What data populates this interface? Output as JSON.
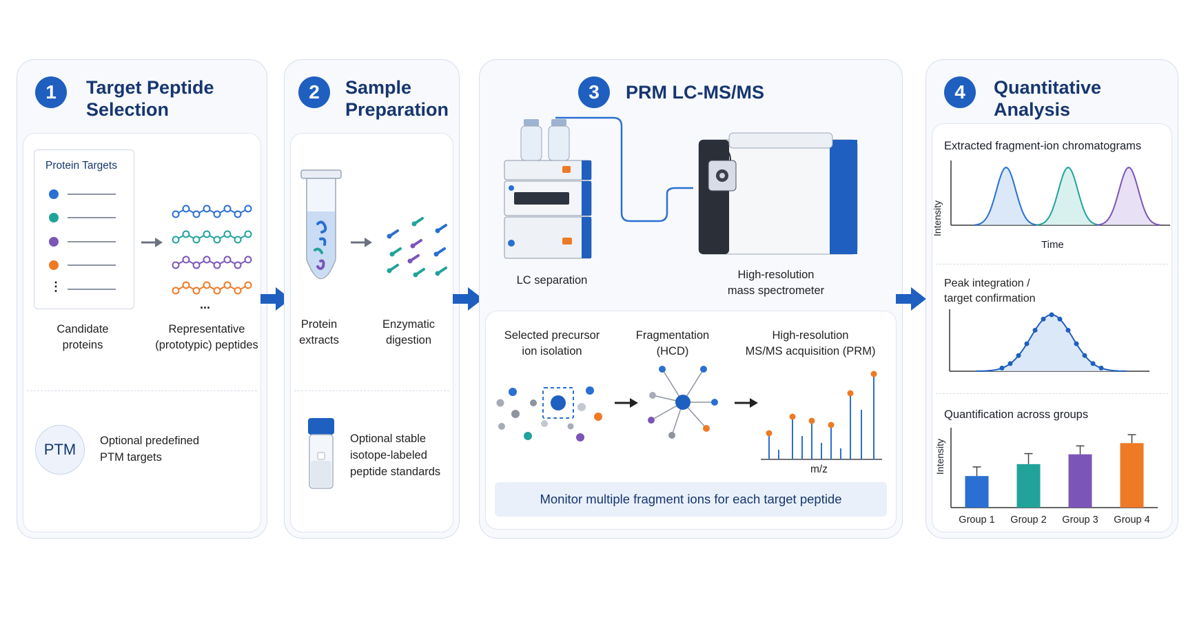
{
  "panel1": {
    "number": "1",
    "title_line1": "Target Peptide",
    "title_line2": "Selection",
    "box_title": "Protein Targets",
    "ellipsis": "⋮",
    "peptide_ellipsis": "...",
    "label_candidates_1": "Candidate",
    "label_candidates_2": "proteins",
    "label_peptides_1": "Representative",
    "label_peptides_2": "(prototypic) peptides",
    "ptm_badge": "PTM",
    "ptm_text_1": "Optional predefined",
    "ptm_text_2": "PTM targets"
  },
  "panel2": {
    "number": "2",
    "title_line1": "Sample",
    "title_line2": "Preparation",
    "label_extracts_1": "Protein",
    "label_extracts_2": "extracts",
    "label_digestion_1": "Enzymatic",
    "label_digestion_2": "digestion",
    "standards_1": "Optional stable",
    "standards_2": "isotope-labeled",
    "standards_3": "peptide standards"
  },
  "panel3": {
    "number": "3",
    "title": "PRM LC-MS/MS",
    "label_lc": "LC separation",
    "label_ms_1": "High-resolution",
    "label_ms_2": "mass spectrometer",
    "step1_1": "Selected precursor",
    "step1_2": "ion isolation",
    "step2_1": "Fragmentation",
    "step2_2": "(HCD)",
    "step3_1": "High-resolution",
    "step3_2": "MS/MS acquisition (PRM)",
    "mz_label": "m/z",
    "banner": "Monitor multiple fragment ions for each target peptide"
  },
  "panel4": {
    "number": "4",
    "title_line1": "Quantitative",
    "title_line2": "Analysis",
    "chrom_title": "Extracted fragment-ion chromatograms",
    "chrom_ylabel": "Intensity",
    "chrom_xlabel": "Time",
    "peak_title_1": "Peak integration /",
    "peak_title_2": "target confirmation",
    "quant_title": "Quantification across groups",
    "quant_ylabel": "Intensity"
  },
  "colors": {
    "blue": "#2a6fd1",
    "teal": "#21a39a",
    "purple": "#7b55b8",
    "orange": "#ee7a26",
    "navy": "#16366f",
    "arrow": "#1f5fbf"
  },
  "chart_data": {
    "type": "bar",
    "categories": [
      "Group 1",
      "Group 2",
      "Group 3",
      "Group 4"
    ],
    "values": [
      45,
      62,
      76,
      92
    ],
    "errors": [
      13,
      15,
      12,
      12
    ],
    "ylabel": "Intensity",
    "ylim": [
      0,
      110
    ]
  }
}
